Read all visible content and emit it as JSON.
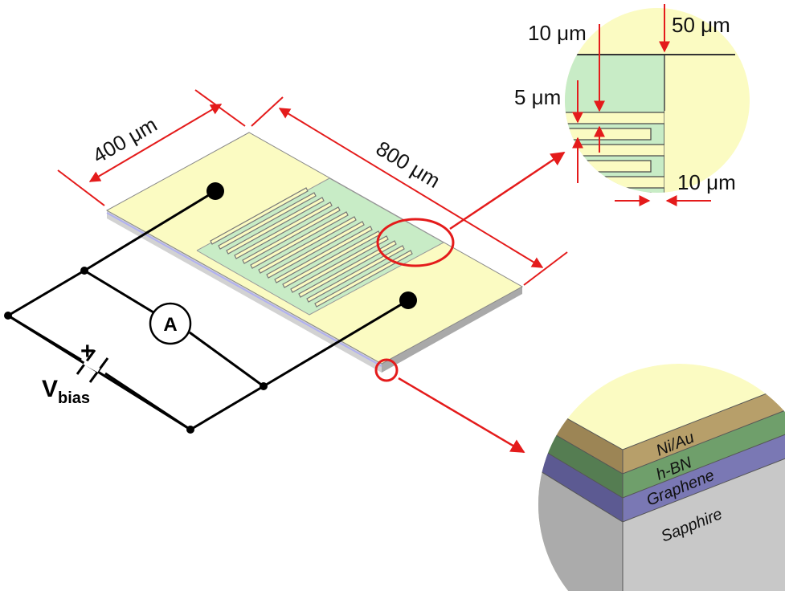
{
  "dimensions": {
    "width_400": "400 μm",
    "length_800": "800 μm",
    "finger_width": "10 μm",
    "finger_gap": "5 μm",
    "pad_width": "50 μm",
    "finger_end_gap": "10 μm"
  },
  "circuit": {
    "ammeter": "A",
    "plus": "+",
    "voltage_main": "V",
    "voltage_sub": "bias"
  },
  "layers": [
    "Ni/Au",
    "h-BN",
    "Graphene",
    "Sapphire"
  ],
  "colors": {
    "electrode": "#fbfbc2",
    "hbn_exposed": "#c8ecc6",
    "arrow": "#e41b1b",
    "nickel_gold_side": "#b79f6a",
    "hbn_side": "#6f9f6b",
    "graphene_side": "#7a78b4",
    "sapphire_side": "#c8c8c8"
  }
}
